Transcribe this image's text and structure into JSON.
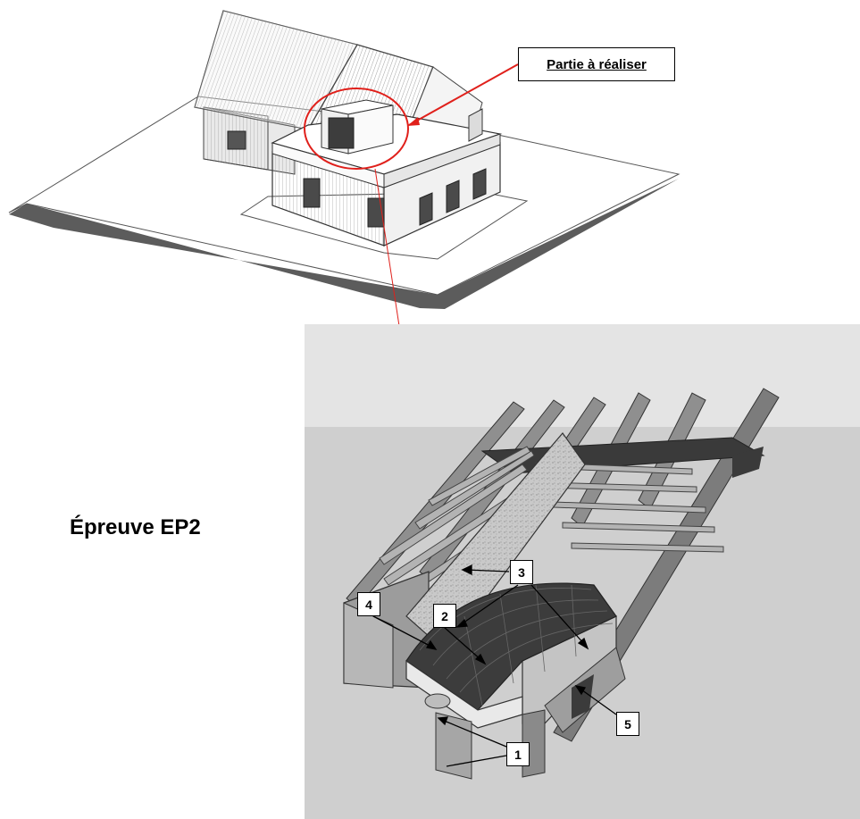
{
  "callout_label": "Partie à réaliser",
  "title": "Épreuve EP2",
  "markers": {
    "m1": "1",
    "m2": "2",
    "m3": "3",
    "m4": "4",
    "m5": "5"
  },
  "colors": {
    "highlight": "#e0201b",
    "background_panel": "#cfcfcf"
  }
}
